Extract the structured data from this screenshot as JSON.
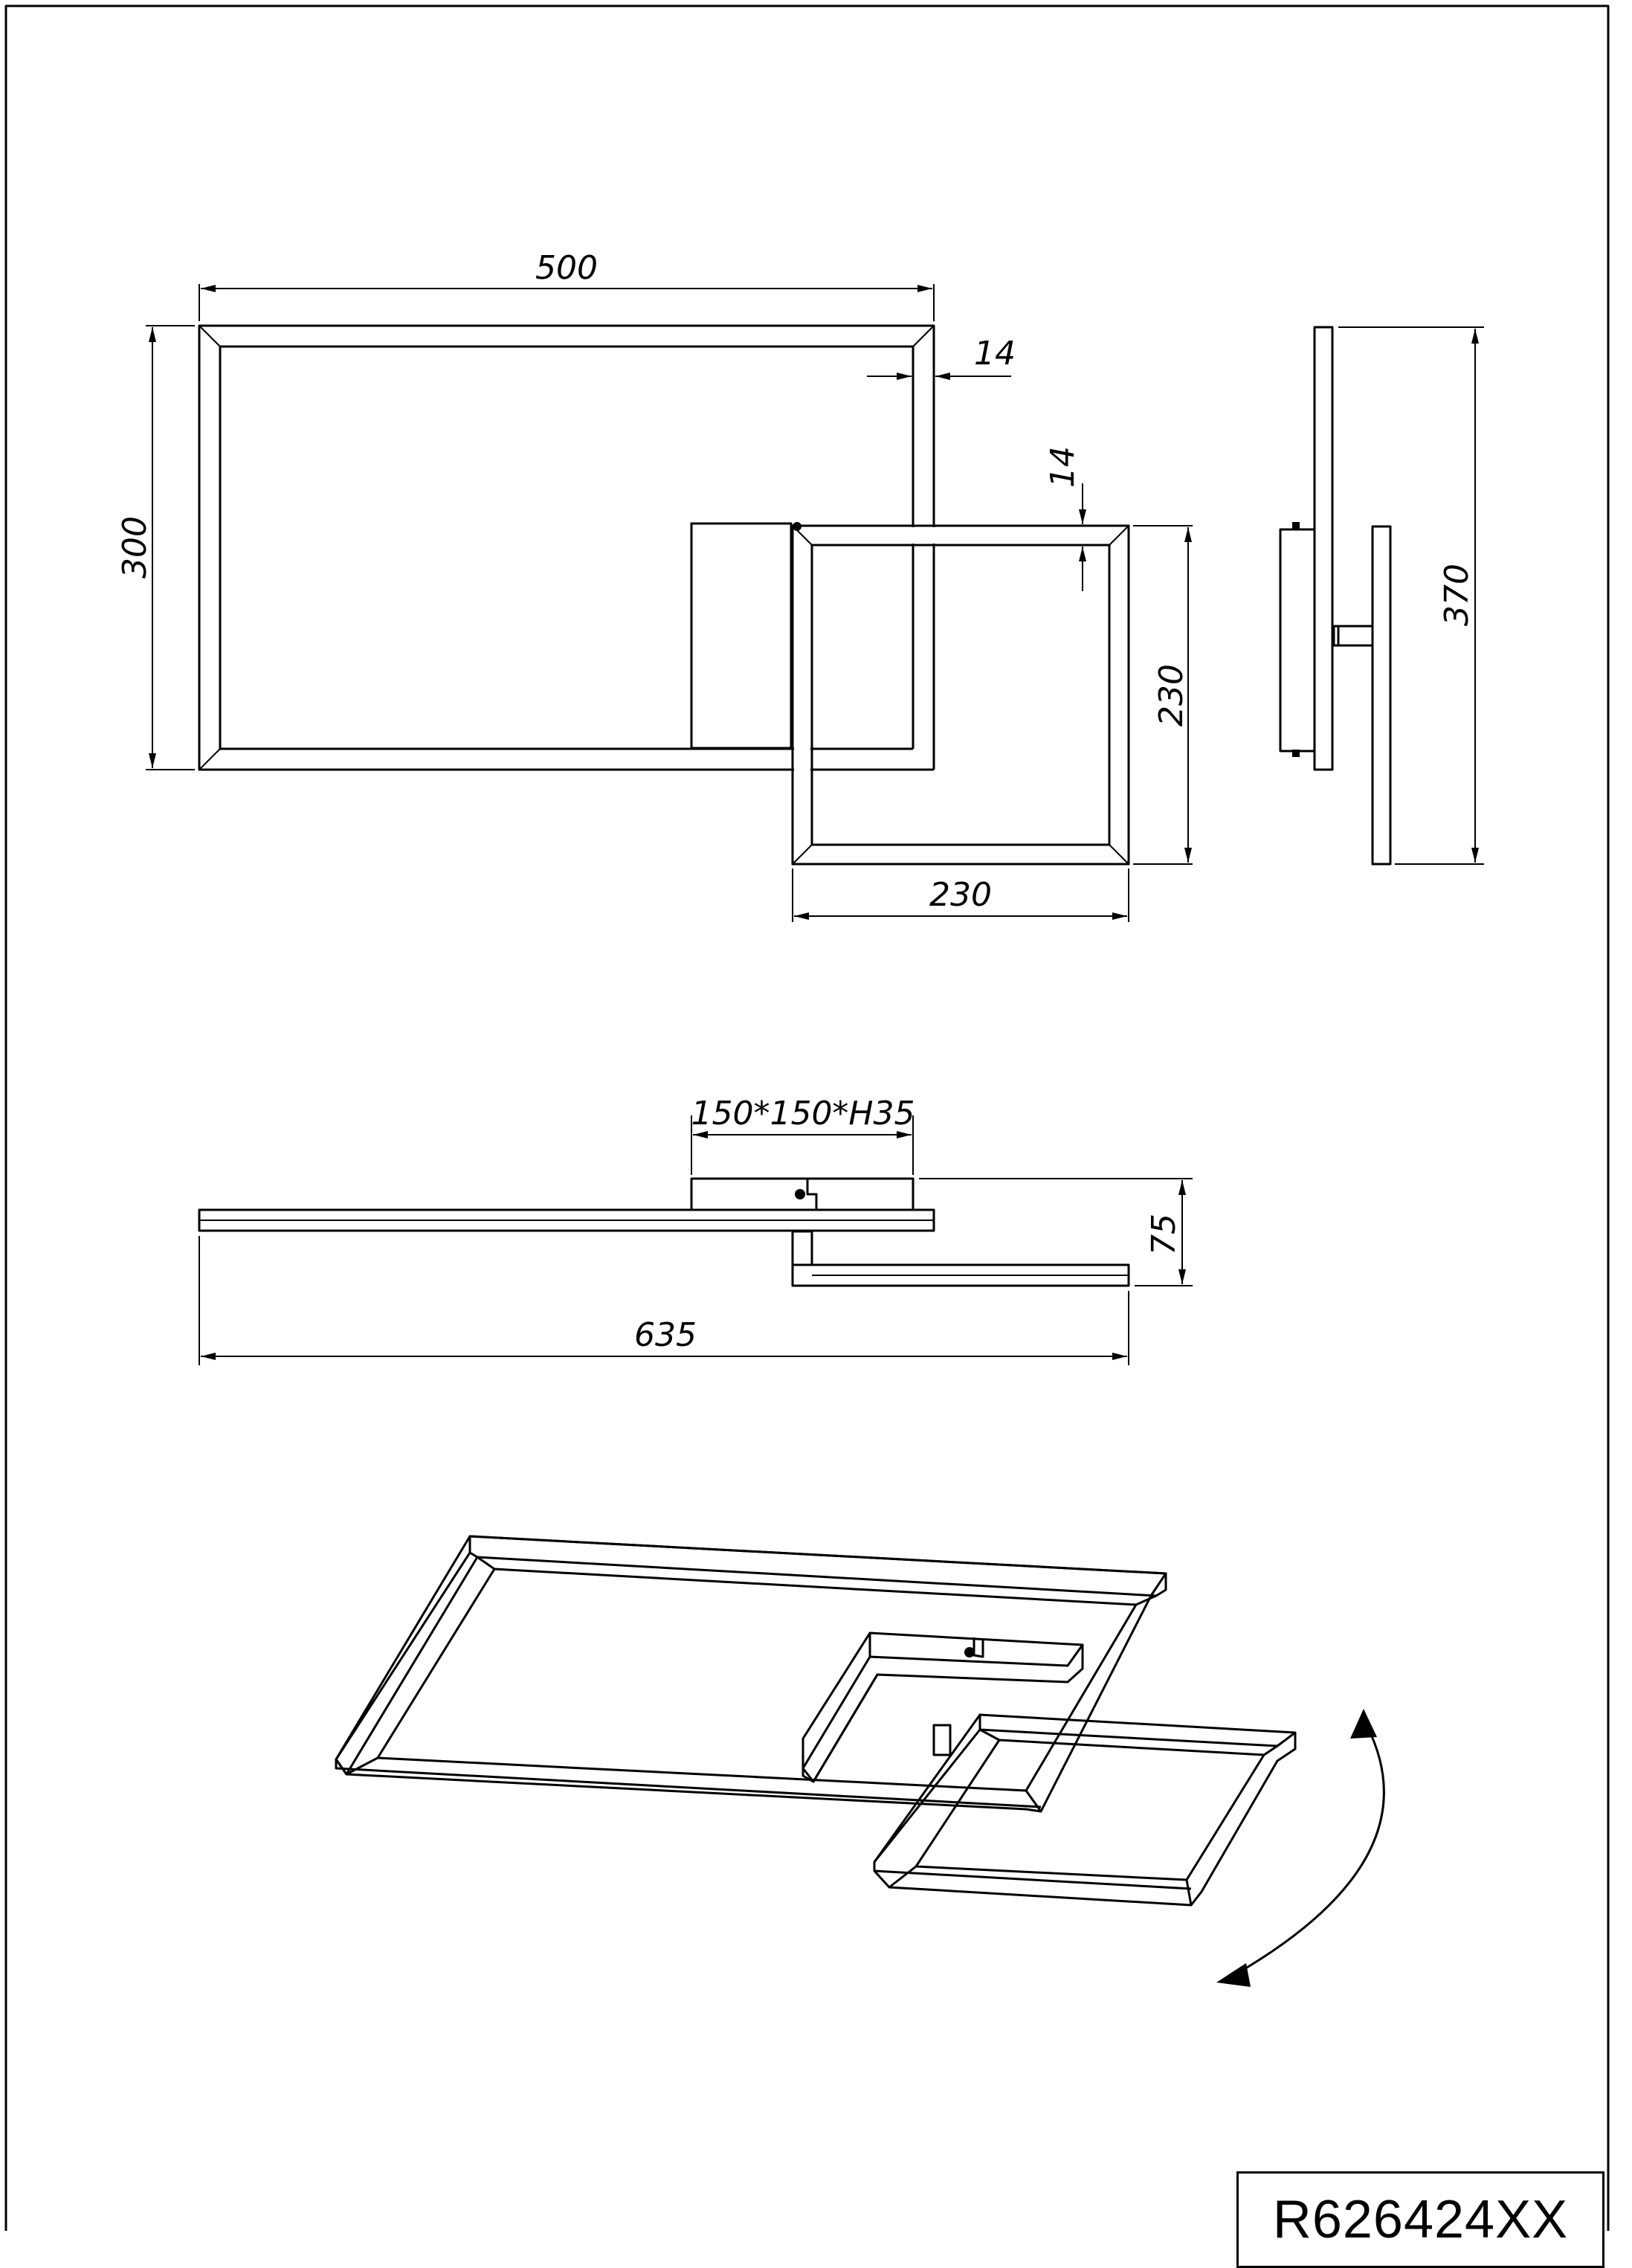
{
  "title_block": {
    "model_code": "R626424XX"
  },
  "dimensions": {
    "front_width": "500",
    "front_height": "300",
    "frame_depth_top": "14",
    "frame_depth_side": "14",
    "small_frame_height": "230",
    "small_frame_width": "230",
    "side_total_height": "370",
    "canopy": "150*150*H35",
    "total_height": "75",
    "total_length": "635"
  },
  "annotations": {
    "rotation_indicator": "rotate-arrow-icon"
  }
}
